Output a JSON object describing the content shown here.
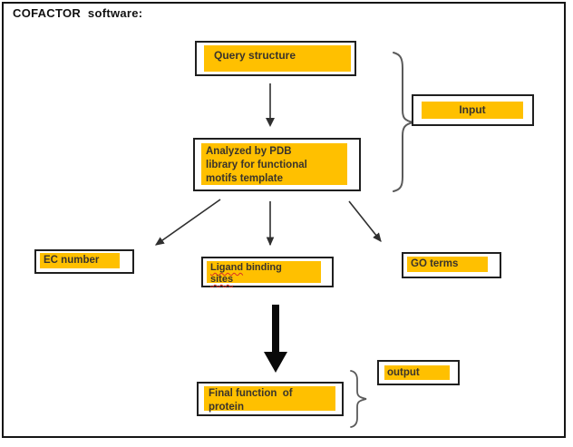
{
  "page": {
    "title": "COFACTOR  software:"
  },
  "colors": {
    "accent": "#FFC000",
    "box_border": "#1f1f1f",
    "arrow": "#2f2f2f",
    "brace": "#5a5a5a",
    "misspelling_underline": "#d93025"
  },
  "nodes": {
    "query": {
      "label": "Query structure"
    },
    "analysis": {
      "lines": [
        "Analyzed by PDB",
        "library for functional",
        "motifs template"
      ]
    },
    "input": {
      "label": "Input"
    },
    "ec_number": {
      "label": "EC number"
    },
    "ligand": {
      "misspelled_word": "Ligand",
      "line1_rest": " binding",
      "line2": "sites"
    },
    "go_terms": {
      "label": "GO terms"
    },
    "final": {
      "lines": [
        "Final function  of",
        "protein"
      ]
    },
    "output": {
      "label": "output"
    }
  }
}
